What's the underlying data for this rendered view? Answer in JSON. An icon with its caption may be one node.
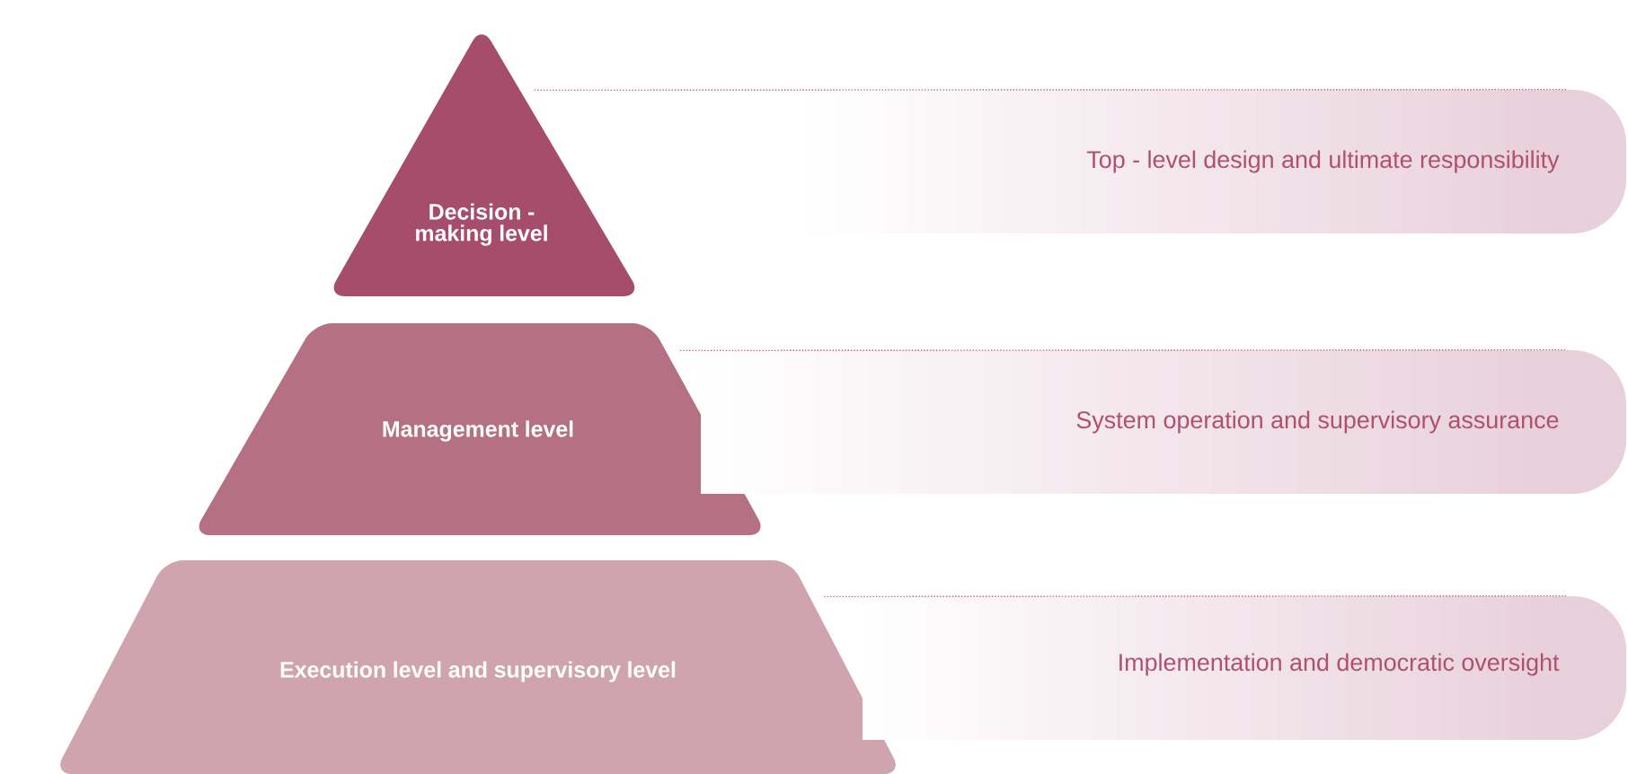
{
  "diagram": {
    "nodes": [
      {
        "text": [
          "Decision - making level"
        ]
      },
      {
        "text": [
          "Management level"
        ]
      },
      {
        "text": [
          "Execution level and supervisory level"
        ]
      },
      {
        "text": [
          "Top - level design and ultimate responsibility"
        ]
      },
      {
        "text": [
          "System operation and supervisory assurance"
        ]
      },
      {
        "text": [
          "Implementation and democratic oversight"
        ]
      }
    ],
    "edges": [
      {
        "from": 0,
        "to": 3,
        "arrow": "none",
        "style": "dashed"
      },
      {
        "from": 1,
        "to": 4,
        "arrow": "none",
        "style": "dashed"
      },
      {
        "from": 2,
        "to": 5,
        "arrow": "none",
        "style": "dashed"
      }
    ]
  }
}
